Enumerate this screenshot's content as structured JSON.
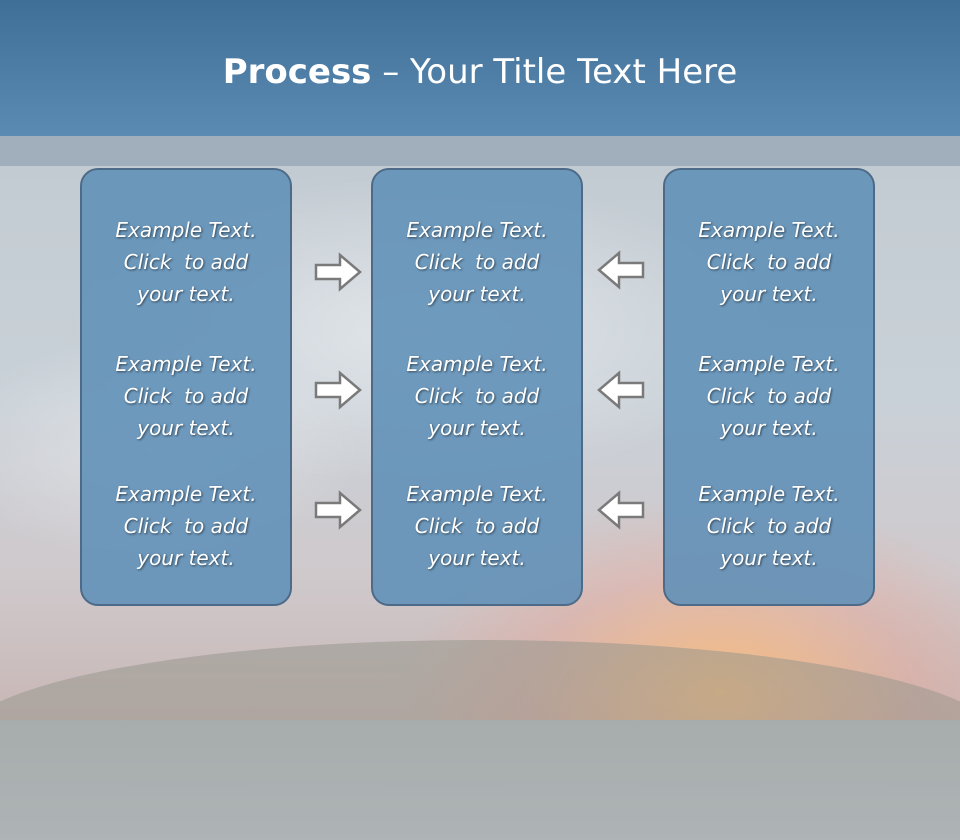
{
  "title": {
    "bold": "Process",
    "rest": " – Your Title Text Here"
  },
  "columns": [
    {
      "items": [
        {
          "line1": "Example Text.",
          "line2": "Click  to add",
          "line3": "your text."
        },
        {
          "line1": "Example Text.",
          "line2": "Click  to add",
          "line3": "your text."
        },
        {
          "line1": "Example Text.",
          "line2": "Click  to add",
          "line3": "your text."
        }
      ]
    },
    {
      "items": [
        {
          "line1": "Example Text.",
          "line2": "Click  to add",
          "line3": "your text."
        },
        {
          "line1": "Example Text.",
          "line2": "Click  to add",
          "line3": "your text."
        },
        {
          "line1": "Example Text.",
          "line2": "Click  to add",
          "line3": "your text."
        }
      ]
    },
    {
      "items": [
        {
          "line1": "Example Text.",
          "line2": "Click  to add",
          "line3": "your text."
        },
        {
          "line1": "Example Text.",
          "line2": "Click  to add",
          "line3": "your text."
        },
        {
          "line1": "Example Text.",
          "line2": "Click  to add",
          "line3": "your text."
        }
      ]
    }
  ],
  "arrows": {
    "left_to_center": "right-arrow-icon",
    "right_to_center": "left-arrow-icon"
  },
  "colors": {
    "title_band": "#4f7ea7",
    "panel_fill": "#5f8fb7",
    "panel_border": "#4d6b88",
    "arrow_fill": "#ffffff",
    "arrow_stroke": "#7a7a7a"
  }
}
